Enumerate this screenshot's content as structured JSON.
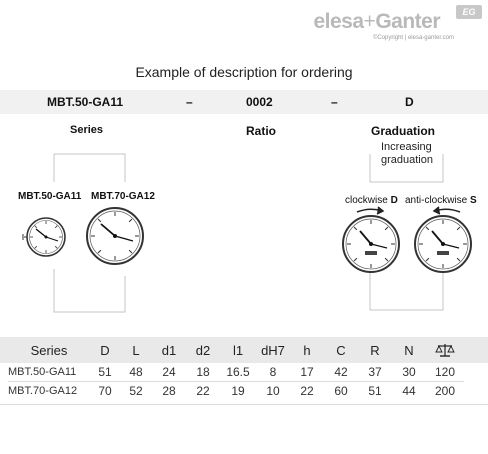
{
  "brand": {
    "name": "elesa+Ganter",
    "part1": "elesa",
    "plus": "+",
    "part2": "Ganter",
    "badge": "EG",
    "copyright": "©Copyright | elesa-ganter.com"
  },
  "title": "Example of description for ordering",
  "order_code": {
    "series": "MBT.50-GA11",
    "sep1": "–",
    "ratio": "0002",
    "sep2": "–",
    "graduation": "D"
  },
  "sections": {
    "series": "Series",
    "ratio": "Ratio",
    "graduation": "Graduation",
    "graduation_sub_1": "Increasing",
    "graduation_sub_2": "graduation"
  },
  "series_labels": [
    "MBT.50-GA11",
    "MBT.70-GA12"
  ],
  "direction_labels": {
    "clockwise": "clockwise",
    "clockwise_code": "D",
    "anticlockwise": "anti-clockwise",
    "anticlockwise_code": "S"
  },
  "table": {
    "headers": [
      "Series",
      "D",
      "L",
      "d1",
      "d2",
      "l1",
      "dH7",
      "h",
      "C",
      "R",
      "N",
      "balance-icon"
    ],
    "rows": [
      [
        "MBT.50-GA11",
        "51",
        "48",
        "24",
        "18",
        "16.5",
        "8",
        "17",
        "42",
        "37",
        "30",
        "120"
      ],
      [
        "MBT.70-GA12",
        "70",
        "52",
        "28",
        "22",
        "19",
        "10",
        "22",
        "60",
        "51",
        "44",
        "200"
      ]
    ]
  },
  "colors": {
    "band": "#f1f1f1",
    "table_head": "#e9e9e9",
    "brand_grey": "#b9b9b9",
    "connector": "#c4c4c4"
  }
}
